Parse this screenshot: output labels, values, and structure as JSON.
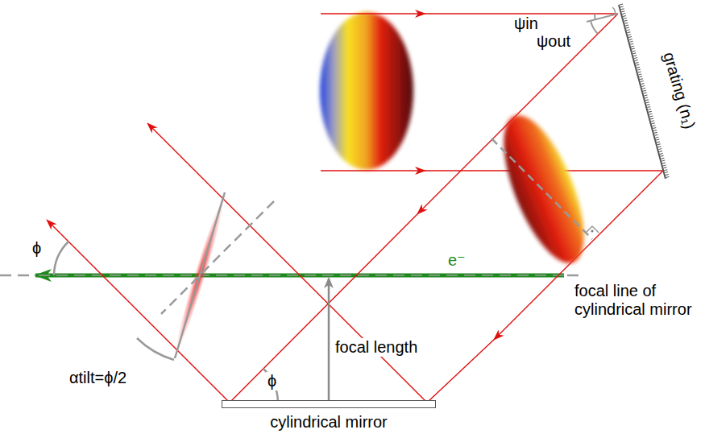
{
  "diagram": {
    "nodes": [
      {
        "text": [
          "cylindrical mirror"
        ]
      }
    ],
    "labels": [
      "ψin",
      "ψout",
      "grating (n₁)",
      "ϕ",
      "e⁻",
      "focal line of cylindrical mirror",
      "focal length",
      "αtilt=ϕ/2",
      "ϕ"
    ]
  }
}
